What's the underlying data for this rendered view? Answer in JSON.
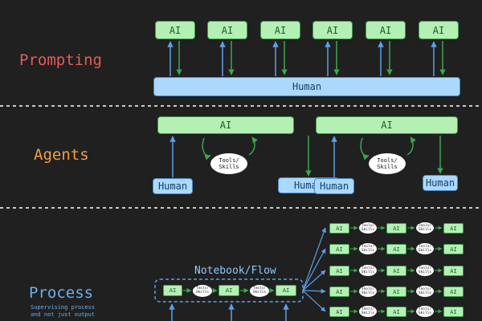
{
  "sections": {
    "prompting": {
      "title": "Prompting",
      "color": "#e85a5a"
    },
    "agents": {
      "title": "Agents",
      "color": "#f0a040"
    },
    "process": {
      "title": "Process",
      "color": "#6ab0f0",
      "subtitle_line1": "Supervising process",
      "subtitle_line2": "and not just output"
    }
  },
  "labels": {
    "ai": "AI",
    "human": "Human",
    "tools": "Tools/\nSkills",
    "notebook_flow": "Notebook/Flow"
  },
  "colors": {
    "background": "#202020",
    "ai_fill": "#b4f0b4",
    "human_fill": "#aad8ff",
    "green_arrow": "#3aa84e",
    "blue_arrow": "#5aa0e8",
    "divider": "#ffffff"
  }
}
